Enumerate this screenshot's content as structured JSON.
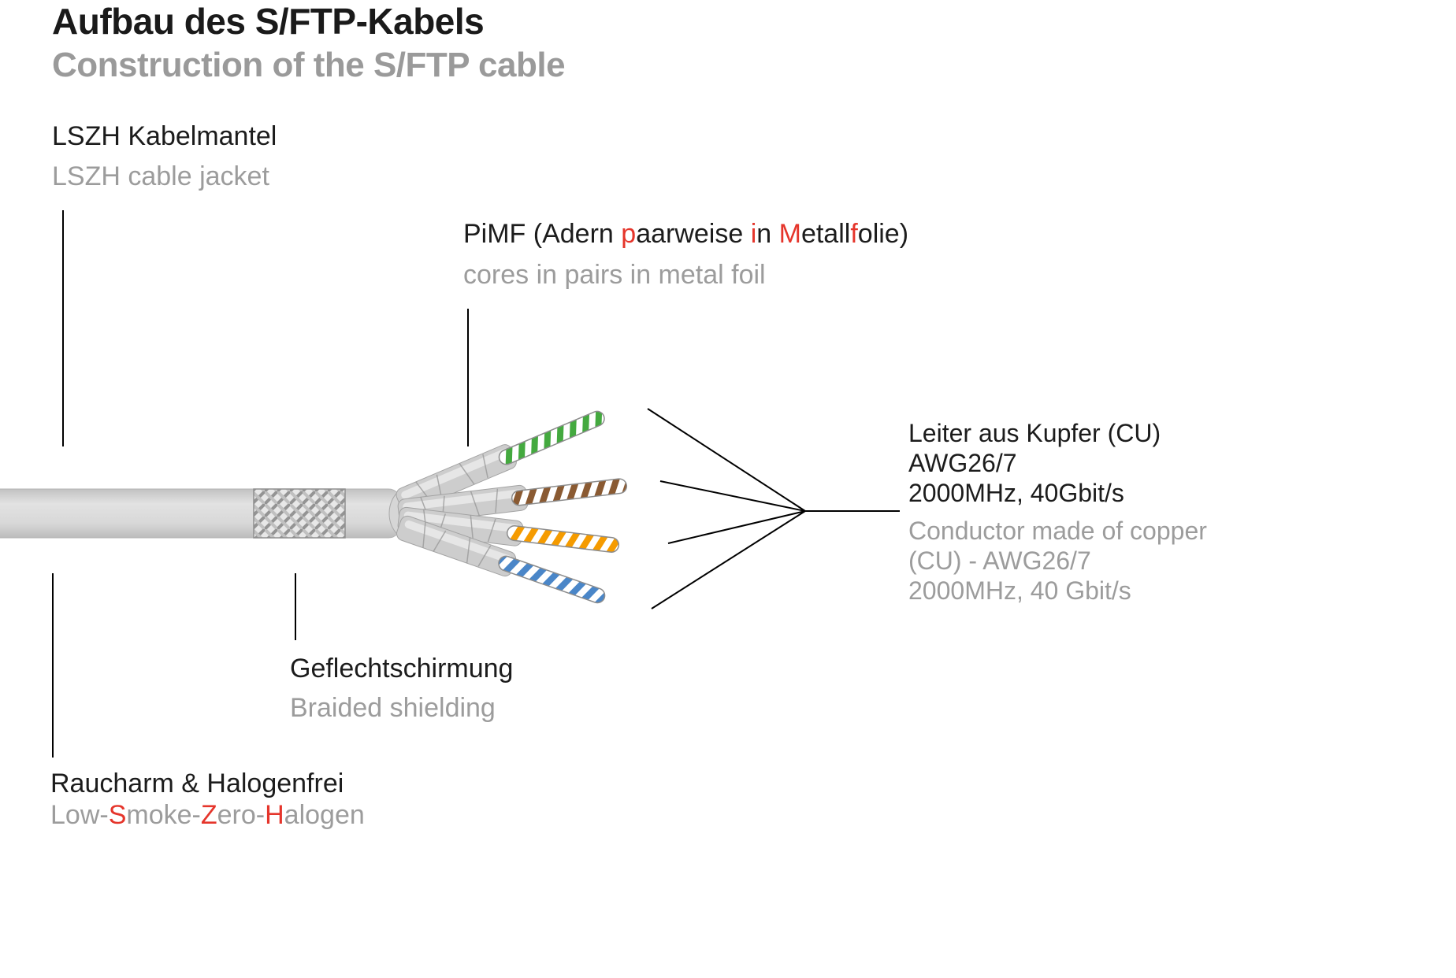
{
  "title": {
    "de": "Aufbau des S/FTP-Kabels",
    "en": "Construction of the S/FTP cable"
  },
  "labels": {
    "jacket": {
      "de": "LSZH Kabelmantel",
      "en": "LSZH cable jacket"
    },
    "pimf": {
      "en": "cores in pairs in metal foil",
      "parts": [
        {
          "text": "PiMF (Adern "
        },
        {
          "text": "p",
          "red": true
        },
        {
          "text": "aarweise "
        },
        {
          "text": "i",
          "red": true
        },
        {
          "text": "n "
        },
        {
          "text": "M",
          "red": true
        },
        {
          "text": "etall"
        },
        {
          "text": "f",
          "red": true
        },
        {
          "text": "olie)"
        }
      ]
    },
    "conductor": {
      "de_lines": [
        "Leiter aus Kupfer (CU)",
        "AWG26/7",
        "2000MHz, 40Gbit/s"
      ],
      "en_lines": [
        "Conductor made of copper",
        "(CU) - AWG26/7",
        "2000MHz, 40 Gbit/s"
      ]
    },
    "braid": {
      "de": "Geflechtschirmung",
      "en": "Braided shielding"
    },
    "halogen": {
      "de": "Raucharm & Halogenfrei",
      "en_parts": [
        {
          "text": "Low-"
        },
        {
          "text": "S",
          "red": true
        },
        {
          "text": "moke-"
        },
        {
          "text": "Z",
          "red": true
        },
        {
          "text": "ero-"
        },
        {
          "text": "H",
          "red": true
        },
        {
          "text": "alogen"
        }
      ]
    }
  },
  "colors": {
    "accent_red": "#e5352b",
    "text_black": "#1c1c1c",
    "text_gray": "#9c9c9c",
    "jacket_gray": "#d5d5d5",
    "wire_green": "#44a93f",
    "wire_brown": "#8a5a32",
    "wire_orange": "#f59b00",
    "wire_blue": "#4a86c8"
  },
  "diagram": {
    "wire_pairs": [
      "green-white",
      "brown-white",
      "orange-white",
      "blue-white"
    ]
  }
}
